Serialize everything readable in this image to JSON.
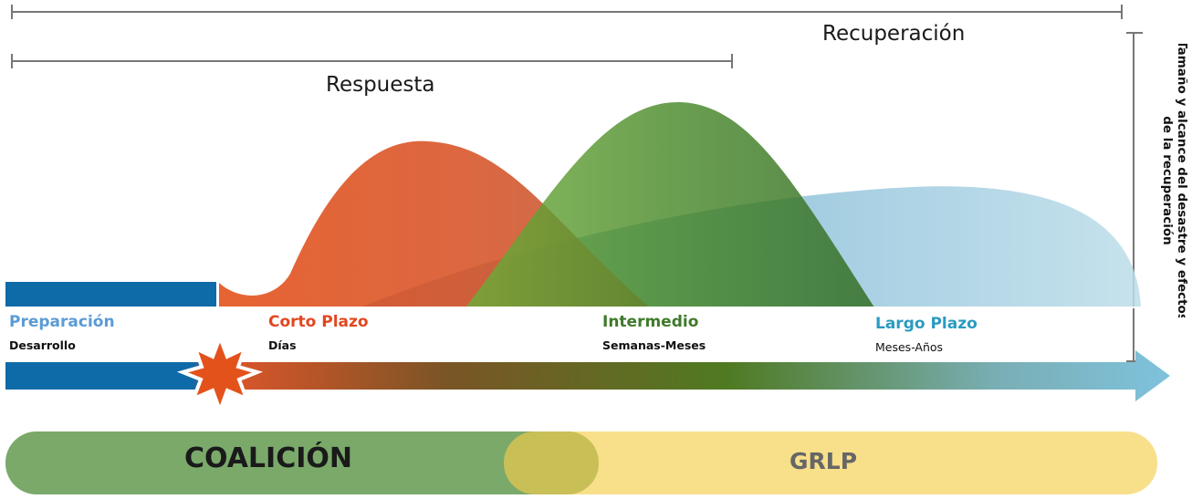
{
  "spans": {
    "recovery": "Recuperación",
    "response": "Respuesta"
  },
  "vertical_axis": {
    "line1": "Tamaño y alcance del desastre  y efectos",
    "line2": "de la recuperación"
  },
  "phases": [
    {
      "title": "Preparación",
      "subtitle": "Desarrollo",
      "color": "#5b9bd5"
    },
    {
      "title": "Corto Plazo",
      "subtitle": "Días",
      "color": "#e2471f"
    },
    {
      "title": "Intermedio",
      "subtitle": "Semanas-Meses",
      "color": "#3f7a2b"
    },
    {
      "title": "Largo Plazo",
      "subtitle": "Meses-Años",
      "color": "#2a9bc0"
    }
  ],
  "bands": {
    "coalition": "COALICIÓN",
    "grlp": "GRLP",
    "coalition_color": "#7aa96a",
    "grlp_color": "#f8df8a"
  },
  "colors": {
    "preparation_bar": "#0f6aa8",
    "short_term_curve": "#e0531f",
    "intermediate_curve": "#4e8a2c",
    "long_term_curve": "#9fcbe2"
  }
}
